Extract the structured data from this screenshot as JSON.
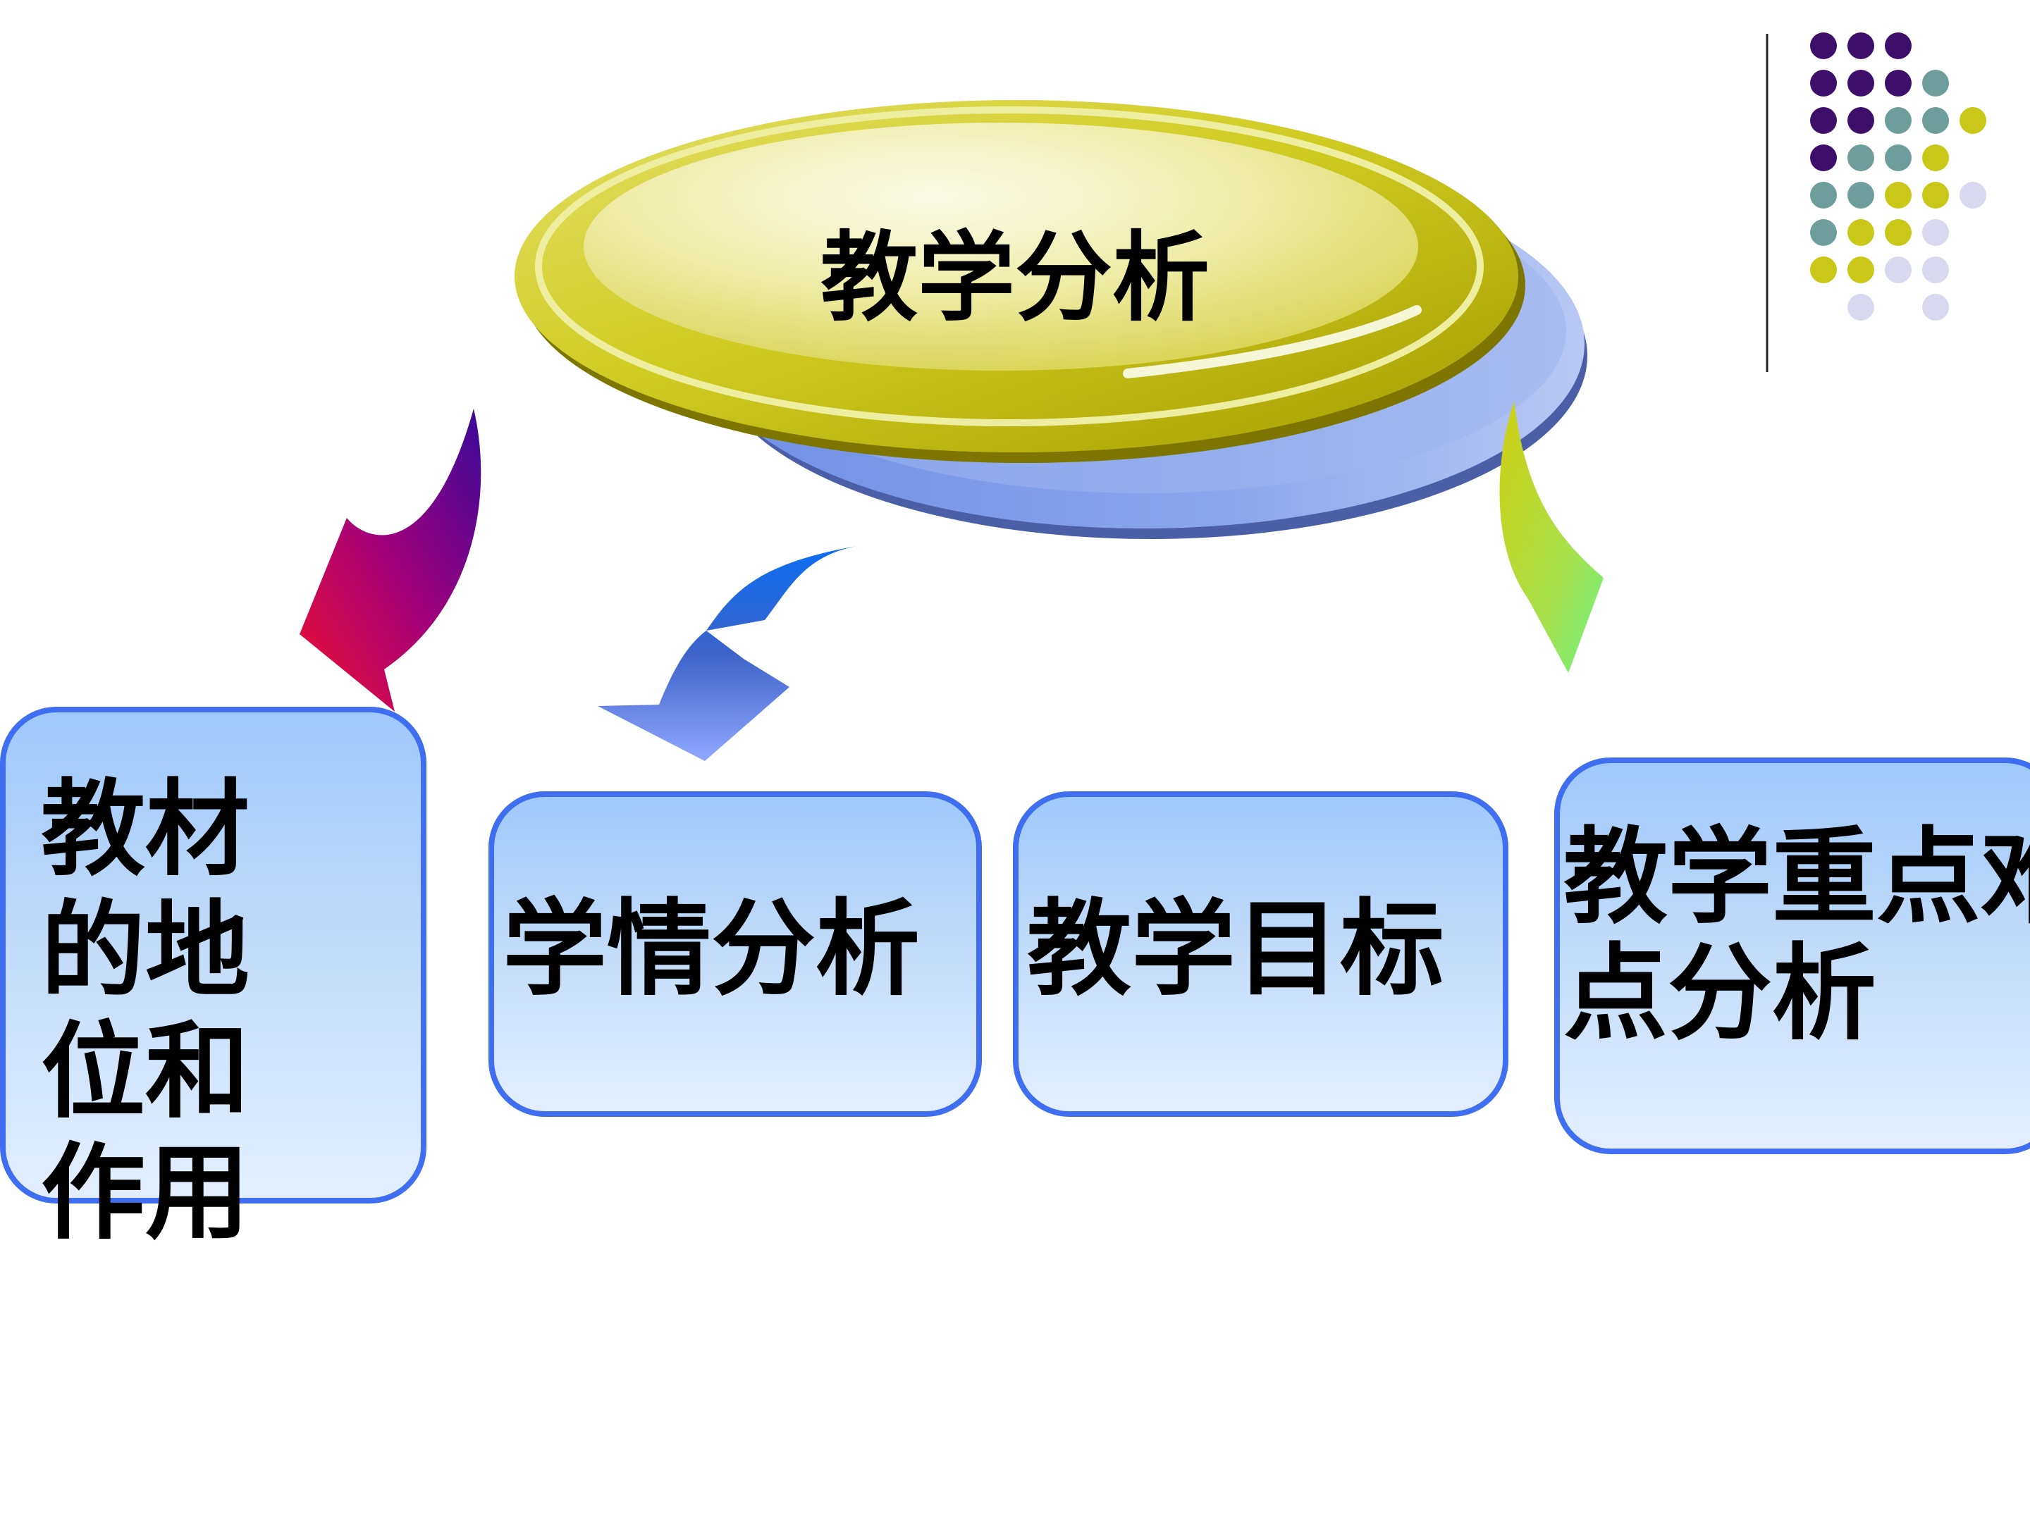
{
  "center": {
    "label": "教学分析"
  },
  "nodes": [
    {
      "id": "materials",
      "label": "教材的地位和作用"
    },
    {
      "id": "students",
      "label": "学情分析"
    },
    {
      "id": "objectives",
      "label": "教学目标"
    },
    {
      "id": "keypoints",
      "label": "教学重点难点分析"
    }
  ],
  "colors": {
    "center_ellipse": "#cfcc22",
    "center_ellipse_dark": "#a8a200",
    "base_ellipse": "#7f9fe8",
    "box_border": "#3f6ef0",
    "box_fill_top": "#9ec9fb",
    "box_fill_bottom": "#e3efff",
    "dot_purple": "#3d0f6b",
    "dot_teal": "#6d9e9c",
    "dot_yellow": "#c9c818",
    "dot_lavender": "#d8d8ee"
  },
  "icons": {
    "arrow_left": "curved-arrow-red-purple",
    "arrow_middle": "curved-arrow-blue",
    "arrow_right": "curved-arrow-yellow-green",
    "corner": "dot-grid-decoration"
  }
}
